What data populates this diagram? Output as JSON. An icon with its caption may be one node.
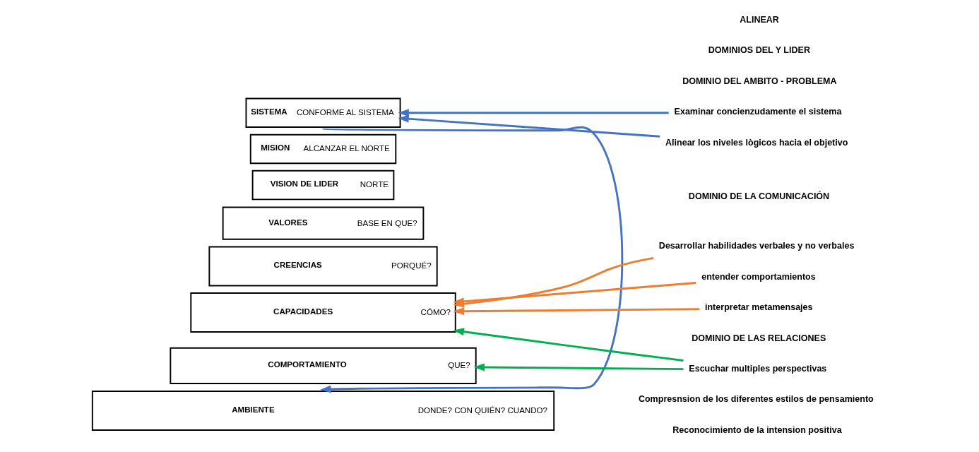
{
  "diagram": {
    "nodes": [
      {
        "text": [
          "SISTEMA",
          "CONFORME AL SISTEMA"
        ]
      },
      {
        "text": [
          "MISION",
          "ALCANZAR EL NORTE"
        ]
      },
      {
        "text": [
          "VISION DE LIDER",
          "NORTE"
        ]
      },
      {
        "text": [
          "VALORES",
          "BASE EN QUE?"
        ]
      },
      {
        "text": [
          "CREENCIAS",
          "PORQUÉ?"
        ]
      },
      {
        "text": [
          "CAPACIDADES",
          "CÓMO?"
        ]
      },
      {
        "text": [
          "COMPORTAMIENTO",
          "QUE?"
        ]
      },
      {
        "text": [
          "AMBIENTE",
          "DONDE? CON QUIÉN? CUANDO?"
        ]
      },
      {
        "text": [
          "Examinar concienzudamente el sistema"
        ]
      },
      {
        "text": [
          "Alinear los niveles lògicos hacia el objetivo"
        ]
      },
      {
        "text": [
          "Desarrollar habilidades verbales y no verbales"
        ]
      },
      {
        "text": [
          "entender comportamientos"
        ]
      },
      {
        "text": [
          "interpretar metamensajes"
        ]
      },
      {
        "text": [
          "Escuchar multiples perspectivas"
        ]
      }
    ],
    "edges": [
      {
        "from": 8,
        "to": 0,
        "arrow": "to",
        "color": "#4472c4"
      },
      {
        "from": 9,
        "to": 0,
        "arrow": "to",
        "color": "#4472c4"
      },
      {
        "from": 0,
        "to": 7,
        "arrow": "to",
        "color": "#4472c4"
      },
      {
        "from": 10,
        "to": 5,
        "arrow": "to",
        "color": "#ed7d31"
      },
      {
        "from": 11,
        "to": 5,
        "arrow": "to",
        "color": "#ed7d31"
      },
      {
        "from": 12,
        "to": 5,
        "arrow": "to",
        "color": "#ed7d31"
      },
      {
        "from": 13,
        "to": 5,
        "arrow": "to",
        "color": "#00b050"
      },
      {
        "from": 13,
        "to": 6,
        "arrow": "to",
        "color": "#00b050"
      }
    ],
    "labels": [
      "ALINEAR",
      "DOMINIOS DEL Y LIDER",
      "DOMINIO DEL AMBITO - PROBLEMA",
      "DOMINIO DE LA COMUNICACIÓN",
      "DOMINIO DE LAS RELACIONES",
      "Compresnsion de los diferentes estilos de pensamiento",
      "Reconocimiento de la intension positiva"
    ]
  }
}
